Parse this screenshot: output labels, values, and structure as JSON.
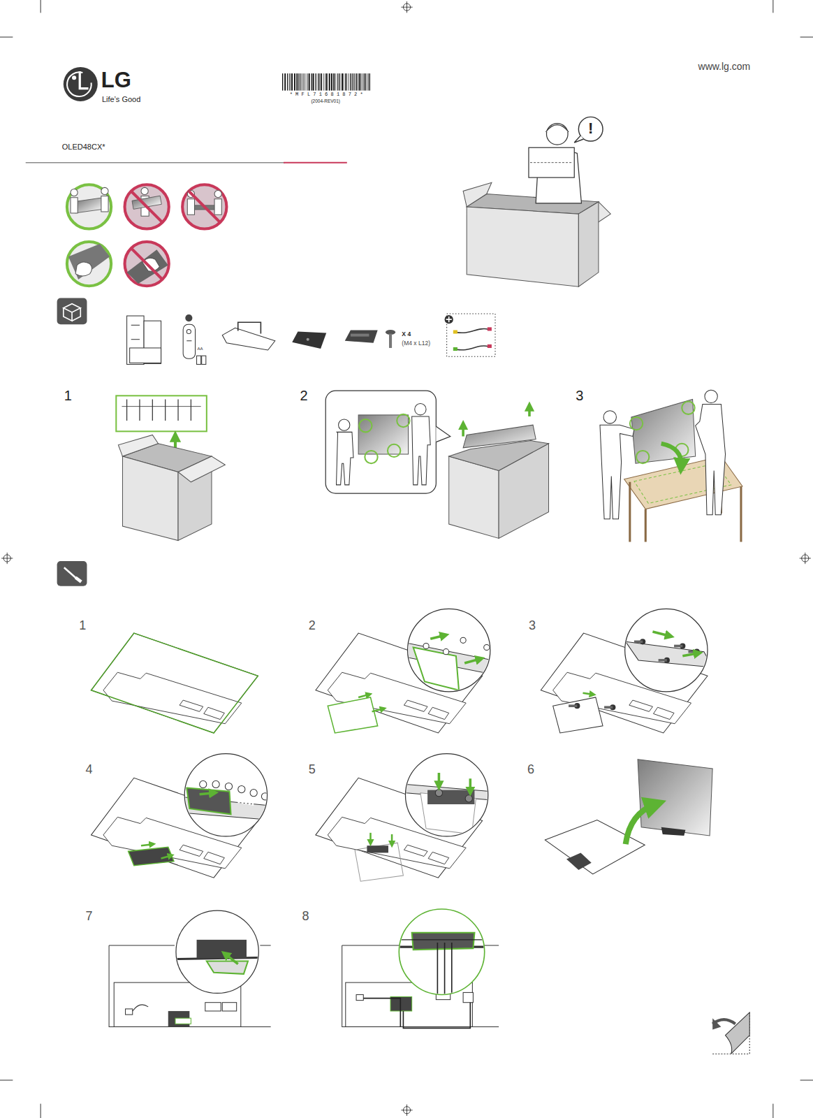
{
  "diagram": {
    "nodes": [
      {
        "text": [
          "AA",
          "X 4",
          "(M4 x L12)"
        ]
      },
      {
        "text": [
          "1"
        ]
      },
      {
        "text": [
          "2"
        ]
      },
      {
        "text": [
          "3"
        ]
      },
      {
        "text": [
          "4"
        ]
      },
      {
        "text": [
          "5"
        ]
      },
      {
        "text": [
          "6"
        ]
      },
      {
        "text": [
          "7"
        ]
      },
      {
        "text": [
          "8"
        ]
      }
    ],
    "labels": [
      "LG",
      "Life’s Good",
      "* M F L 7 1 6 8 1 8 7 2 *",
      "(2004-REV01)",
      "www.lg.com",
      "OLED48CX*",
      "!",
      "1",
      "2",
      "3"
    ]
  }
}
